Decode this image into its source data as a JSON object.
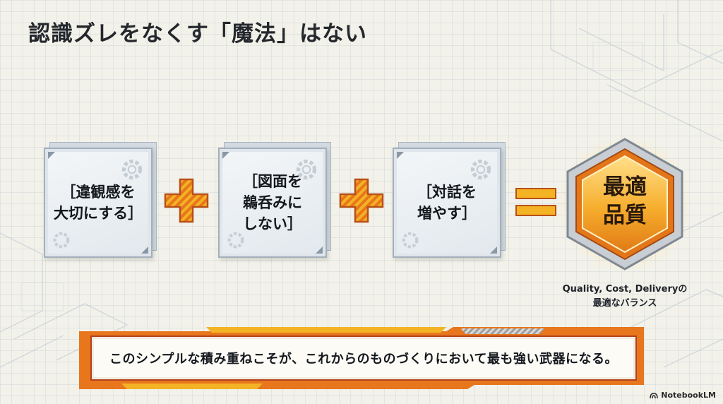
{
  "slide": {
    "title": "認識ズレをなくす「魔法」はない",
    "cards": [
      {
        "label": "［違観感を\n大切にする］"
      },
      {
        "label": "［図面を\n鵜呑みに\nしない］"
      },
      {
        "label": "［対話を\n増やす］"
      }
    ],
    "result_badge": "最適\n品質",
    "result_caption_line1": "Quality, Cost, Deliveryの",
    "result_caption_line2": "最適なバランス",
    "banner_message": "このシンプルな積み重ねこそが、これからのものづくりにおいて最も強い武器になる。",
    "brand": "NotebookLM"
  },
  "colors": {
    "accent_orange": "#e8761c",
    "accent_gold": "#f3b324",
    "frame_red": "#b3411b",
    "card_border": "#a3b0bc"
  },
  "icons": [
    "plus-icon",
    "equals-icon",
    "gear-icon",
    "notebooklm-logo-icon"
  ]
}
